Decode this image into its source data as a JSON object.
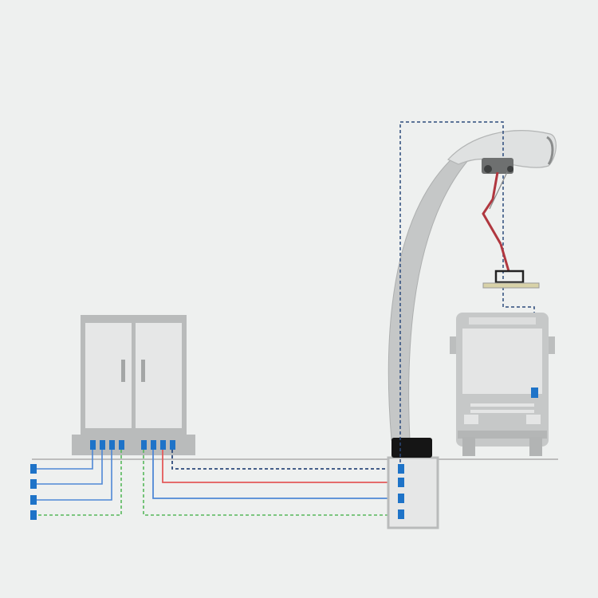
{
  "diagram": {
    "subject": "pantograph-charging-station-wiring",
    "colors": {
      "background": "#eef0ef",
      "ground_line": "#bdbdbd",
      "equipment_gray": "#b9bbbb",
      "equipment_light": "#e6e7e7",
      "equipment_panel": "#d2d4d4",
      "connector_blue": "#1e73c8",
      "wire_dark_blue": "#2c4a7c",
      "wire_red": "#e45a5a",
      "wire_blue": "#4f88d6",
      "wire_green": "#56b85a",
      "pantograph_red": "#b0373f",
      "mast_base": "#151515"
    },
    "components": [
      {
        "name": "charging-cabinet",
        "icon": "cabinet-icon"
      },
      {
        "name": "charging-mast",
        "icon": "mast-icon"
      },
      {
        "name": "pantograph",
        "icon": "pantograph-icon"
      },
      {
        "name": "bus-front",
        "icon": "bus-icon"
      },
      {
        "name": "ground-junction-box",
        "icon": "junction-box-icon"
      }
    ],
    "wire_types": [
      {
        "name": "signal",
        "style": "dashed",
        "color": "#2c4a7c"
      },
      {
        "name": "dc-positive",
        "style": "solid",
        "color": "#e45a5a"
      },
      {
        "name": "dc-negative",
        "style": "solid",
        "color": "#4f88d6"
      },
      {
        "name": "ground",
        "style": "dashed",
        "color": "#56b85a"
      }
    ]
  }
}
